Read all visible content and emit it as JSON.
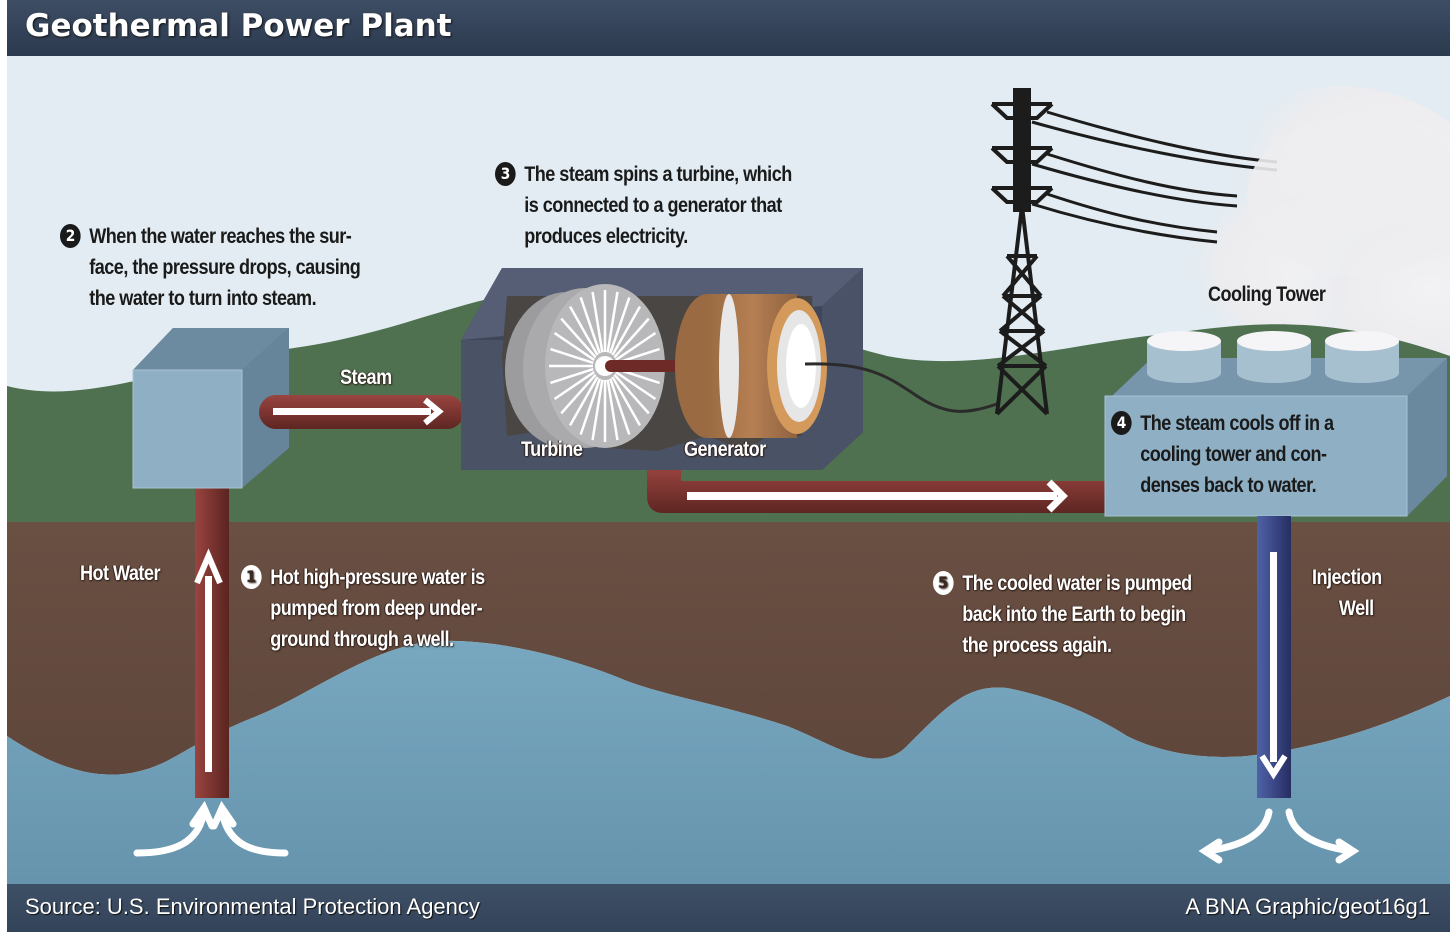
{
  "header": {
    "title": "Geothermal Power Plant"
  },
  "colors": {
    "header_bg": "#34445a",
    "sky": "#e2ecf2",
    "hills": "#4f7150",
    "soil": "#654c40",
    "reservoir": "#6c9ab3",
    "pipe_hot": "#843634",
    "pipe_cold": "#3a4a8a",
    "building": "#8fb0c4",
    "housing": "#4a5366",
    "generator": "#b07a4c"
  },
  "labels": {
    "steam": "Steam",
    "turbine": "Turbine",
    "generator": "Generator",
    "cooling_tower": "Cooling Tower",
    "hot_water": "Hot Water",
    "injection_well": [
      "Injection",
      "Well"
    ]
  },
  "steps": [
    {
      "number": "1",
      "lines": [
        "Hot high-pressure water is",
        "pumped from deep under-",
        "ground through a well."
      ]
    },
    {
      "number": "2",
      "lines": [
        "When the water reaches the sur-",
        "face, the pressure drops, causing",
        "the water to turn into steam."
      ]
    },
    {
      "number": "3",
      "lines": [
        "The steam spins a turbine, which",
        "is connected to a generator that",
        "produces electricity."
      ]
    },
    {
      "number": "4",
      "lines": [
        "The steam cools off in a",
        "cooling tower and con-",
        "denses back to water."
      ]
    },
    {
      "number": "5",
      "lines": [
        "The cooled water is pumped",
        "back into the Earth to begin",
        "the process again."
      ]
    }
  ],
  "icons": {
    "flow_arrow": "arrow",
    "transmission_tower": "pylon",
    "steam_cloud": "cloud"
  },
  "footer": {
    "source": "Source: U.S. Environmental Protection Agency",
    "credit": "A BNA Graphic/geot16g1"
  }
}
